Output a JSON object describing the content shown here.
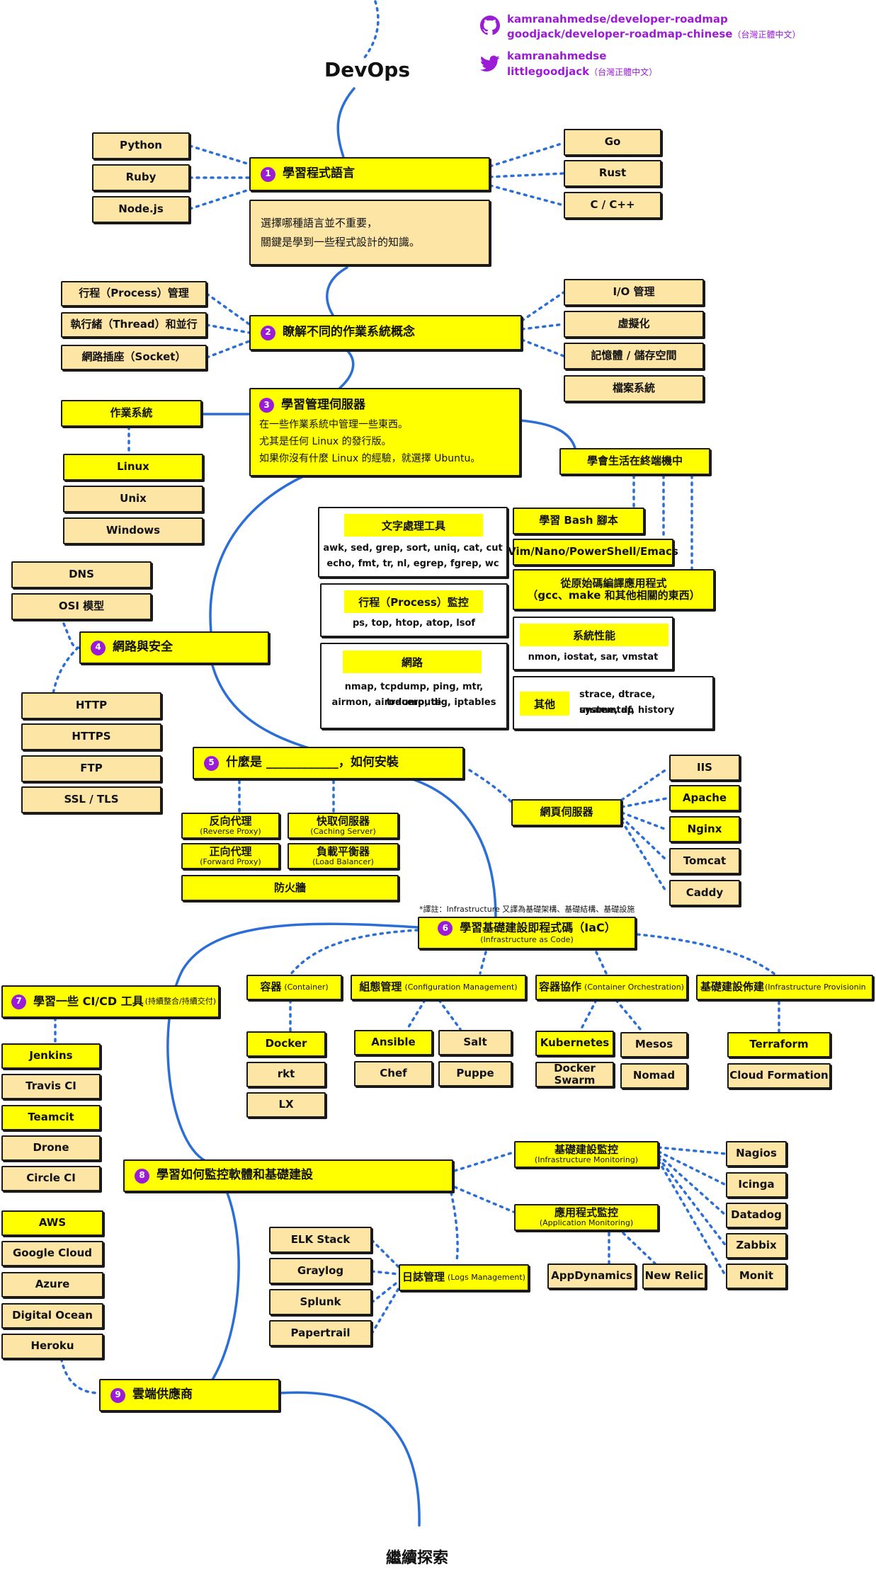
{
  "header": {
    "title": "DevOps",
    "github_line1": "kamranahmedse/developer-roadmap",
    "github_line2": "goodjack/developer-roadmap-chinese",
    "github_note": "（台灣正體中文）",
    "twitter_line1": "kamranahmedse",
    "twitter_line2": "littlegoodjack",
    "twitter_note": "（台灣正體中文）",
    "icons": [
      "github-icon",
      "twitter-icon"
    ],
    "accent_color": "#9b1bd6"
  },
  "colors": {
    "highlight": "#ffff00",
    "option": "#fde5a6",
    "connector": "#2b6fd6"
  },
  "s1": {
    "num": "1",
    "title": "學習程式語言",
    "left": [
      "Python",
      "Ruby",
      "Node.js"
    ],
    "right": [
      "Go",
      "Rust",
      "C / C++"
    ],
    "note_line1": "選擇哪種語言並不重要，",
    "note_line2": "關鍵是學到一些程式設計的知識。"
  },
  "s2": {
    "num": "2",
    "title": "瞭解不同的作業系統概念",
    "left": [
      "行程（Process）管理",
      "執行緒（Thread）和並行",
      "網路插座（Socket）"
    ],
    "right": [
      "I/O 管理",
      "虛擬化",
      "記憶體 / 儲存空間",
      "檔案系統"
    ]
  },
  "s3": {
    "num": "3",
    "title": "學習管理伺服器",
    "desc1": "在一些作業系統中管理一些東西。",
    "desc2": "尤其是任何 Linux 的發行版。",
    "desc3": "如果你沒有什麼 Linux 的經驗，就選擇 Ubuntu。",
    "os_label": "作業系統",
    "os_items": [
      "Linux",
      "Unix",
      "Windows"
    ],
    "terminal": "學會生活在終端機中",
    "text_tools": {
      "title": "文字處理工具",
      "line1": "awk, sed, grep, sort, uniq, cat, cut",
      "line2": "echo, fmt, tr, nl, egrep, fgrep, wc"
    },
    "proc_monitor": {
      "title": "行程（Process）監控",
      "line1": "ps, top, htop, atop, lsof"
    },
    "network": {
      "title": "網路",
      "line1": "nmap, tcpdump, ping, mtr, traceroute",
      "line2": "airmon, airodump, dig, iptables"
    },
    "bash": "學習 Bash 腳本",
    "editors": "Vim/Nano/PowerShell/Emacs",
    "compile_line1": "從原始碼編譯應用程式",
    "compile_line2": "（gcc、make 和其他相關的東西）",
    "sysperf": {
      "title": "系統性能",
      "line1": "nmon, iostat, sar, vmstat"
    },
    "other": {
      "title": "其他",
      "line1": "strace, dtrace, systemtap",
      "line2": "uname, df, history"
    }
  },
  "s4": {
    "num": "4",
    "title": "網路與安全",
    "top": [
      "DNS",
      "OSI 模型"
    ],
    "bottom": [
      "HTTP",
      "HTTPS",
      "FTP",
      "SSL / TLS"
    ]
  },
  "s5": {
    "num": "5",
    "title": "什麼是 ____________，如何安裝",
    "items": [
      {
        "label": "反向代理",
        "sub": "(Reverse Proxy)"
      },
      {
        "label": "快取伺服器",
        "sub": "(Caching Server)"
      },
      {
        "label": "正向代理",
        "sub": "(Forward Proxy)"
      },
      {
        "label": "負載平衡器",
        "sub": "(Load Balancer)"
      }
    ],
    "firewall": "防火牆",
    "webserver": "網頁伺服器",
    "webservers": [
      "IIS",
      "Apache",
      "Nginx",
      "Tomcat",
      "Caddy"
    ]
  },
  "s6": {
    "num": "6",
    "title": "學習基礎建設即程式碼（IaC）",
    "sub": "(Infrastructure as Code)",
    "footnote": "*譯註：Infrastructure 又譯為基礎架構、基礎結構、基礎設施",
    "container": {
      "label": "容器",
      "sub": "(Container)",
      "items": [
        "Docker",
        "rkt",
        "LX"
      ]
    },
    "config": {
      "label": "組態管理",
      "sub": "(Configuration Management)",
      "items": [
        "Ansible",
        "Salt",
        "Chef",
        "Puppe"
      ]
    },
    "orch": {
      "label": "容器協作",
      "sub": "(Container Orchestration)",
      "items": [
        "Kubernetes",
        "Mesos",
        "Docker Swarm",
        "Nomad"
      ]
    },
    "prov": {
      "label": "基礎建設佈建",
      "sub": "(Infrastructure Provisionin",
      "items": [
        "Terraform",
        "Cloud Formation"
      ]
    }
  },
  "s7": {
    "num": "7",
    "title": "學習一些 CI/CD 工具",
    "sub": "(持續整合/持續交付)",
    "items": [
      "Jenkins",
      "Travis CI",
      "Teamcit",
      "Drone",
      "Circle CI"
    ]
  },
  "s8": {
    "num": "8",
    "title": "學習如何監控軟體和基礎建設",
    "infra": {
      "label": "基礎建設監控",
      "sub": "(Infrastructure Monitoring)",
      "items": [
        "Nagios",
        "Icinga",
        "Datadog",
        "Zabbix",
        "Monit"
      ]
    },
    "app": {
      "label": "應用程式監控",
      "sub": "(Application Monitoring)",
      "items": [
        "AppDynamics",
        "New Relic"
      ]
    },
    "logs": {
      "label": "日誌管理",
      "sub": "(Logs Management)",
      "items": [
        "ELK Stack",
        "Graylog",
        "Splunk",
        "Papertrail"
      ]
    }
  },
  "s9": {
    "num": "9",
    "title": "雲端供應商",
    "items": [
      "AWS",
      "Google Cloud",
      "Azure",
      "Digital Ocean",
      "Heroku"
    ]
  },
  "footer": {
    "text": "繼續探索"
  }
}
